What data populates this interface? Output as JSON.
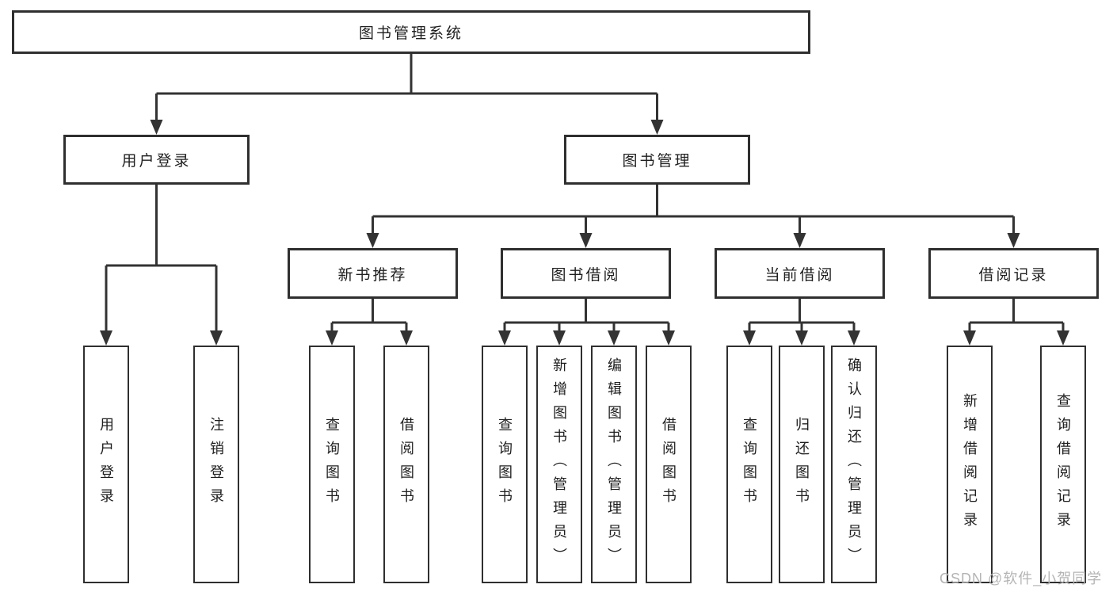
{
  "diagram": {
    "root": {
      "label": "图书管理系统"
    },
    "level2": [
      {
        "label": "用户登录"
      },
      {
        "label": "图书管理"
      }
    ],
    "level3": [
      {
        "label": "新书推荐"
      },
      {
        "label": "图书借阅"
      },
      {
        "label": "当前借阅"
      },
      {
        "label": "借阅记录"
      }
    ],
    "leaves": {
      "user_login": [
        "用户登录",
        "注销登录"
      ],
      "new_books": [
        "查询图书",
        "借阅图书"
      ],
      "book_borrow": [
        "查询图书",
        "新增图书（管理员）",
        "编辑图书（管理员）",
        "借阅图书"
      ],
      "current_borrow": [
        "查询图书",
        "归还图书",
        "确认归还（管理员）"
      ],
      "borrow_records": [
        "新增借阅记录",
        "查询借阅记录"
      ]
    },
    "colors": {
      "line": "#333333",
      "box_border": "#2f2f2f",
      "text": "#1f1f1f",
      "background": "#ffffff",
      "watermark": "#b4b4b4"
    }
  },
  "watermark": {
    "text": "CSDN @软件_小贺同学"
  }
}
